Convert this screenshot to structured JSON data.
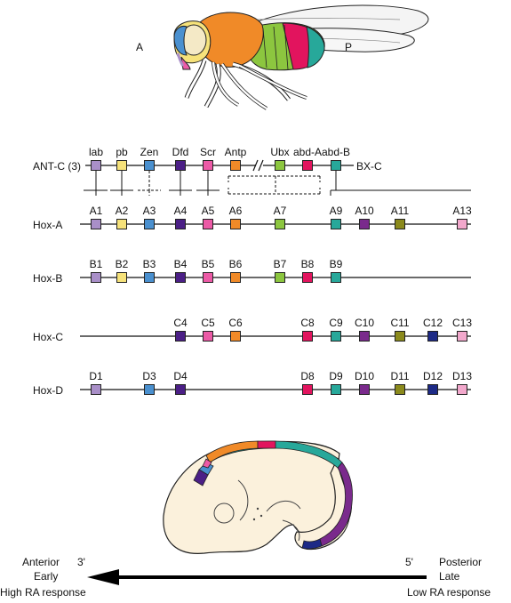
{
  "fly": {
    "anterior_label": "A",
    "posterior_label": "P"
  },
  "fly_genes": {
    "row_label": "ANT-C (3)",
    "cluster_label": "BX-C",
    "genes": [
      {
        "name": "lab",
        "color": "#a98fc8"
      },
      {
        "name": "pb",
        "color": "#f6e27a"
      },
      {
        "name": "Zen",
        "color": "#4a90cf"
      },
      {
        "name": "Dfd",
        "color": "#4b1f86"
      },
      {
        "name": "Scr",
        "color": "#ec5aa6"
      },
      {
        "name": "Antp",
        "color": "#f08a28"
      },
      {
        "name": "Ubx",
        "color": "#8cc63f"
      },
      {
        "name": "abd-A",
        "color": "#e2145e"
      },
      {
        "name": "abd-B",
        "color": "#27a89a"
      }
    ]
  },
  "hox_clusters": [
    {
      "name": "Hox-A",
      "genes": [
        {
          "label": "A1",
          "color": "#a98fc8"
        },
        {
          "label": "A2",
          "color": "#f6e27a"
        },
        {
          "label": "A3",
          "color": "#4a90cf"
        },
        {
          "label": "A4",
          "color": "#4b1f86"
        },
        {
          "label": "A5",
          "color": "#ec5aa6"
        },
        {
          "label": "A6",
          "color": "#f08a28"
        },
        {
          "label": "A7",
          "color": "#8cc63f"
        },
        {
          "label": "A9",
          "color": "#27a89a"
        },
        {
          "label": "A10",
          "color": "#7a2a8c"
        },
        {
          "label": "A11",
          "color": "#8b8a1c"
        },
        {
          "label": "A13",
          "color": "#f2a8cc"
        }
      ]
    },
    {
      "name": "Hox-B",
      "genes": [
        {
          "label": "B1",
          "color": "#a98fc8"
        },
        {
          "label": "B2",
          "color": "#f6e27a"
        },
        {
          "label": "B3",
          "color": "#4a90cf"
        },
        {
          "label": "B4",
          "color": "#4b1f86"
        },
        {
          "label": "B5",
          "color": "#ec5aa6"
        },
        {
          "label": "B6",
          "color": "#f08a28"
        },
        {
          "label": "B7",
          "color": "#8cc63f"
        },
        {
          "label": "B8",
          "color": "#e2145e"
        },
        {
          "label": "B9",
          "color": "#27a89a"
        }
      ]
    },
    {
      "name": "Hox-C",
      "genes": [
        {
          "label": "C4",
          "color": "#4b1f86"
        },
        {
          "label": "C5",
          "color": "#ec5aa6"
        },
        {
          "label": "C6",
          "color": "#f08a28"
        },
        {
          "label": "C8",
          "color": "#e2145e"
        },
        {
          "label": "C9",
          "color": "#27a89a"
        },
        {
          "label": "C10",
          "color": "#7a2a8c"
        },
        {
          "label": "C11",
          "color": "#8b8a1c"
        },
        {
          "label": "C12",
          "color": "#1d2a86"
        },
        {
          "label": "C13",
          "color": "#f2a8cc"
        }
      ]
    },
    {
      "name": "Hox-D",
      "genes": [
        {
          "label": "D1",
          "color": "#a98fc8"
        },
        {
          "label": "D3",
          "color": "#4a90cf"
        },
        {
          "label": "D4",
          "color": "#4b1f86"
        },
        {
          "label": "D8",
          "color": "#e2145e"
        },
        {
          "label": "D9",
          "color": "#27a89a"
        },
        {
          "label": "D10",
          "color": "#7a2a8c"
        },
        {
          "label": "D11",
          "color": "#8b8a1c"
        },
        {
          "label": "D12",
          "color": "#1d2a86"
        },
        {
          "label": "D13",
          "color": "#f2a8cc"
        }
      ]
    }
  ],
  "axis": {
    "left_end": "3'",
    "right_end": "5'",
    "left_line1": "Anterior",
    "left_line2": "Early",
    "left_line3": "High RA response",
    "right_line1": "Posterior",
    "right_line2": "Late",
    "right_line3": "Low RA response"
  }
}
